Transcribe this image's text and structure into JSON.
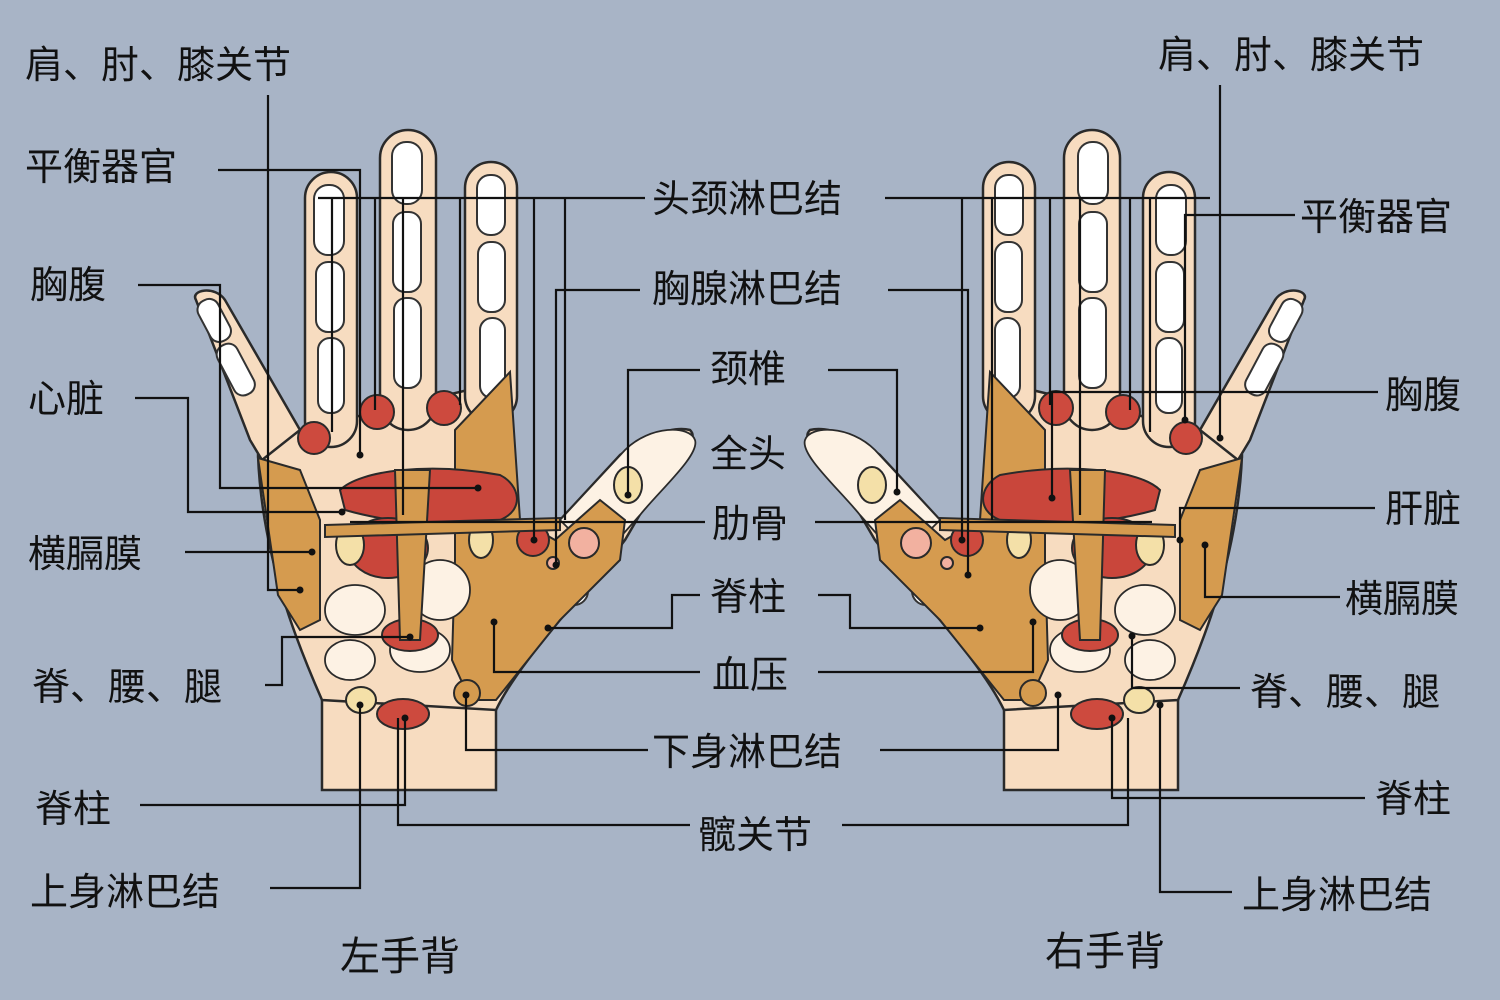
{
  "left_hand": {
    "caption": "左手背",
    "labels": {
      "shoulder_elbow_knee": "肩、肘、膝关节",
      "balance_organ": "平衡器官",
      "chest_abdomen": "胸腹",
      "heart": "心脏",
      "diaphragm": "横膈膜",
      "spine_waist_leg": "脊、腰、腿",
      "spine": "脊柱",
      "upper_lymph": "上身淋巴结"
    }
  },
  "right_hand": {
    "caption": "右手背",
    "labels": {
      "shoulder_elbow_knee": "肩、肘、膝关节",
      "balance_organ": "平衡器官",
      "chest_abdomen": "胸腹",
      "liver": "肝脏",
      "diaphragm": "横膈膜",
      "spine_waist_leg": "脊、腰、腿",
      "spine": "脊柱",
      "upper_lymph": "上身淋巴结"
    }
  },
  "center_labels": {
    "head_neck_lymph": "头颈淋巴结",
    "chest_gland_lymph": "胸腺淋巴结",
    "cervical": "颈椎",
    "whole_head": "全头",
    "ribs": "肋骨",
    "spine": "脊柱",
    "blood_pressure": "血压",
    "lower_lymph": "下身淋巴结",
    "hip_joint": "髋关节"
  },
  "colors": {
    "background": "#a8b4c6",
    "skin": "#f7dcc0",
    "reflex_zone": "#d59b4f",
    "red_point": "#cd4a3e",
    "cream_point": "#f4e0a8",
    "pink_point": "#f2b1a0"
  }
}
